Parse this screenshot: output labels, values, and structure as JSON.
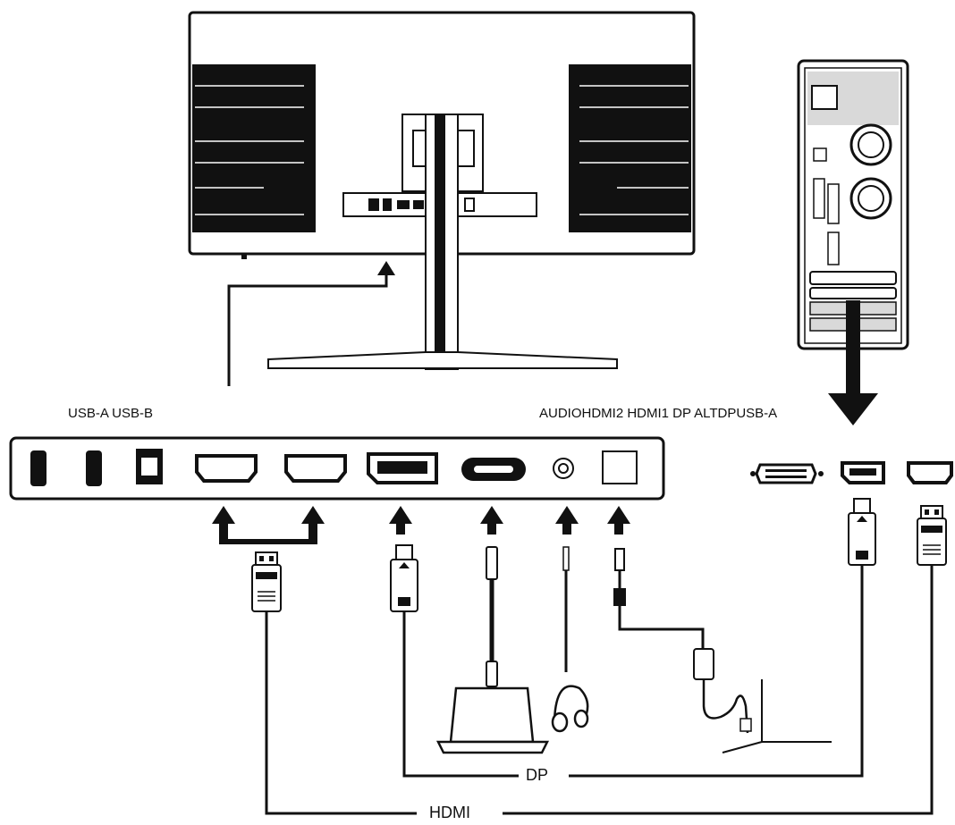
{
  "monitor_ports": {
    "left_label": "USB-A USB-B",
    "right_label": "AUDIOHDMI2 HDMI1 DP ALTDPUSB-A"
  },
  "cables": {
    "dp": "DP",
    "hdmi": "HDMI"
  }
}
